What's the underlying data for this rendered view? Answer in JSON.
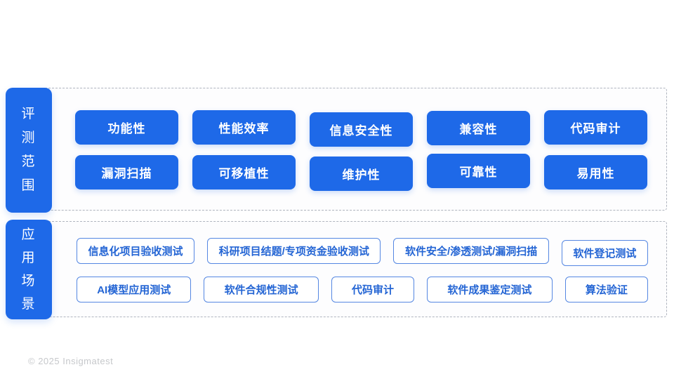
{
  "colors": {
    "primary_blue": "#1E69E8",
    "outline_border_blue": "#5587E2",
    "outline_text_blue": "#2465D4",
    "dashed_border_gray": "#AFB4BE",
    "footer_gray": "#C6C8CB"
  },
  "sections": [
    {
      "id": "scope",
      "label": "评测范围",
      "style": "filled",
      "rows": [
        [
          "功能性",
          "性能效率",
          "信息安全性",
          "兼容性",
          "代码审计"
        ],
        [
          "漏洞扫描",
          "可移植性",
          "维护性",
          "可靠性",
          "易用性"
        ]
      ]
    },
    {
      "id": "scenario",
      "label": "应用场景",
      "style": "outline",
      "rows": [
        [
          "信息化项目验收测试",
          "科研项目结题/专项资金验收测试",
          "软件安全/渗透测试/漏洞扫描",
          "软件登记测试"
        ],
        [
          "AI模型应用测试",
          "软件合规性测试",
          "代码审计",
          "软件成果鉴定测试",
          "算法验证"
        ]
      ]
    }
  ],
  "footer": {
    "copyright": "© 2025 Insigmatest"
  }
}
